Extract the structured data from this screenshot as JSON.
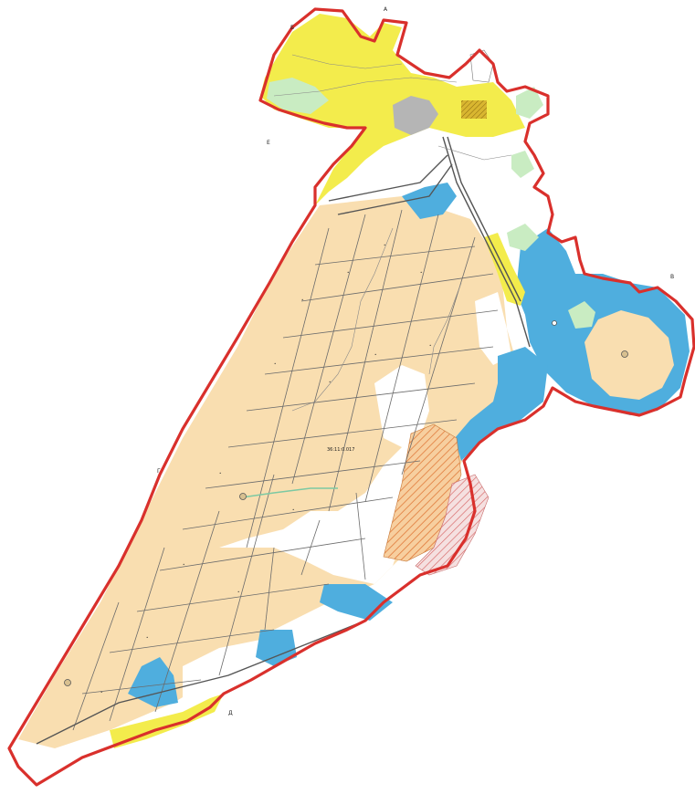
{
  "map": {
    "central_label": "36:11:0.017",
    "point_labels": [
      "Б",
      "А",
      "В",
      "Г",
      "Д",
      "Е"
    ],
    "colors": {
      "boundary": "#d9302c",
      "agricultural": "#f9deb0",
      "water": "#4faede",
      "settlement": "#f3ec4c",
      "green_zone": "#c9ecc2",
      "urban_core": "#b5b5b5",
      "hatched_orange": "#e59a5a",
      "hatched_red": "#d87878",
      "unassigned": "#ffffff"
    }
  }
}
